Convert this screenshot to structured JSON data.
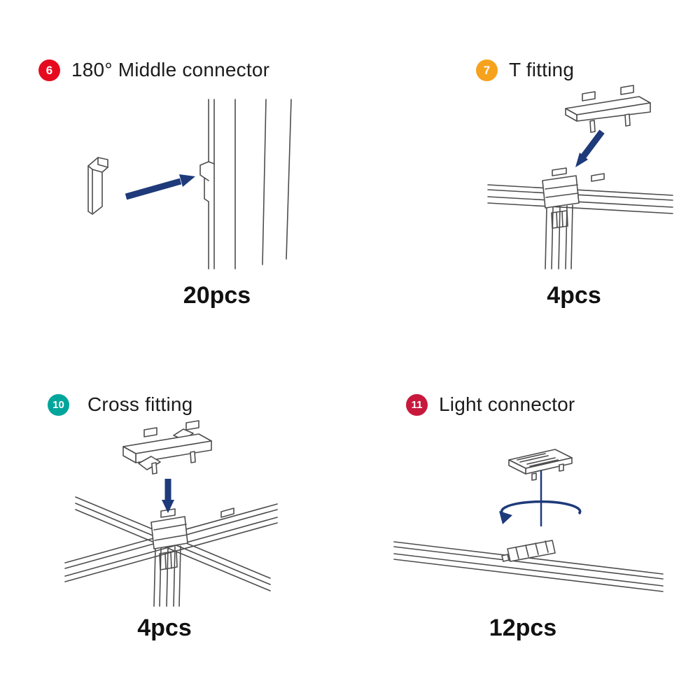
{
  "page": {
    "background": "#ffffff"
  },
  "colors": {
    "arrow_blue": "#1e3a7a",
    "line_art_gray": "#4d4d4d",
    "text": "#1c1c1c"
  },
  "panels": [
    {
      "badge": "6",
      "badge_color": "#e60a1e",
      "title": "180° Middle connector",
      "count": "20pcs",
      "illustration_alt": "small connector with arrow pointing into vertical rail"
    },
    {
      "badge": "7",
      "badge_color": "#f6a21c",
      "title": "T fitting",
      "count": "4pcs",
      "illustration_alt": "T fitting with arrow pointing down onto frame T junction"
    },
    {
      "badge": "10",
      "badge_color": "#00a59b",
      "title": "Cross fitting",
      "count": "4pcs",
      "illustration_alt": "cross fitting with arrow pointing down onto frame cross junction"
    },
    {
      "badge": "11",
      "badge_color": "#c8193c",
      "title": "Light connector",
      "count": "12pcs",
      "illustration_alt": "light connector clip with twist rotation arrow onto rail"
    }
  ]
}
